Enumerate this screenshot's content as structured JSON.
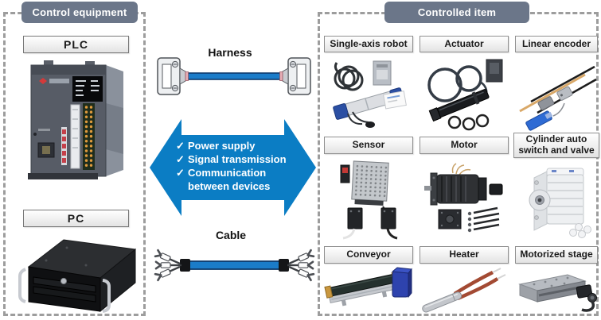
{
  "left_panel": {
    "header": "Control equipment",
    "plc_label": "PLC",
    "pc_label": "PC"
  },
  "middle": {
    "harness_label": "Harness",
    "cable_label": "Cable",
    "checkmark": "✓",
    "arrow_items": [
      "Power supply",
      "Signal transmission",
      "Communication between devices"
    ]
  },
  "right_panel": {
    "header": "Controlled item",
    "items": [
      {
        "label": "Single-axis robot"
      },
      {
        "label": "Actuator"
      },
      {
        "label": "Linear encoder"
      },
      {
        "label": "Sensor"
      },
      {
        "label": "Motor"
      },
      {
        "label": "Cylinder auto switch and valve"
      },
      {
        "label": "Conveyor"
      },
      {
        "label": "Heater"
      },
      {
        "label": "Motorized stage"
      }
    ]
  },
  "colors": {
    "header_bg": "#6b7689",
    "arrow_blue": "#0b7dc4",
    "cable_blue": "#1b7cc9",
    "dashed_border": "#9d9d9d"
  }
}
